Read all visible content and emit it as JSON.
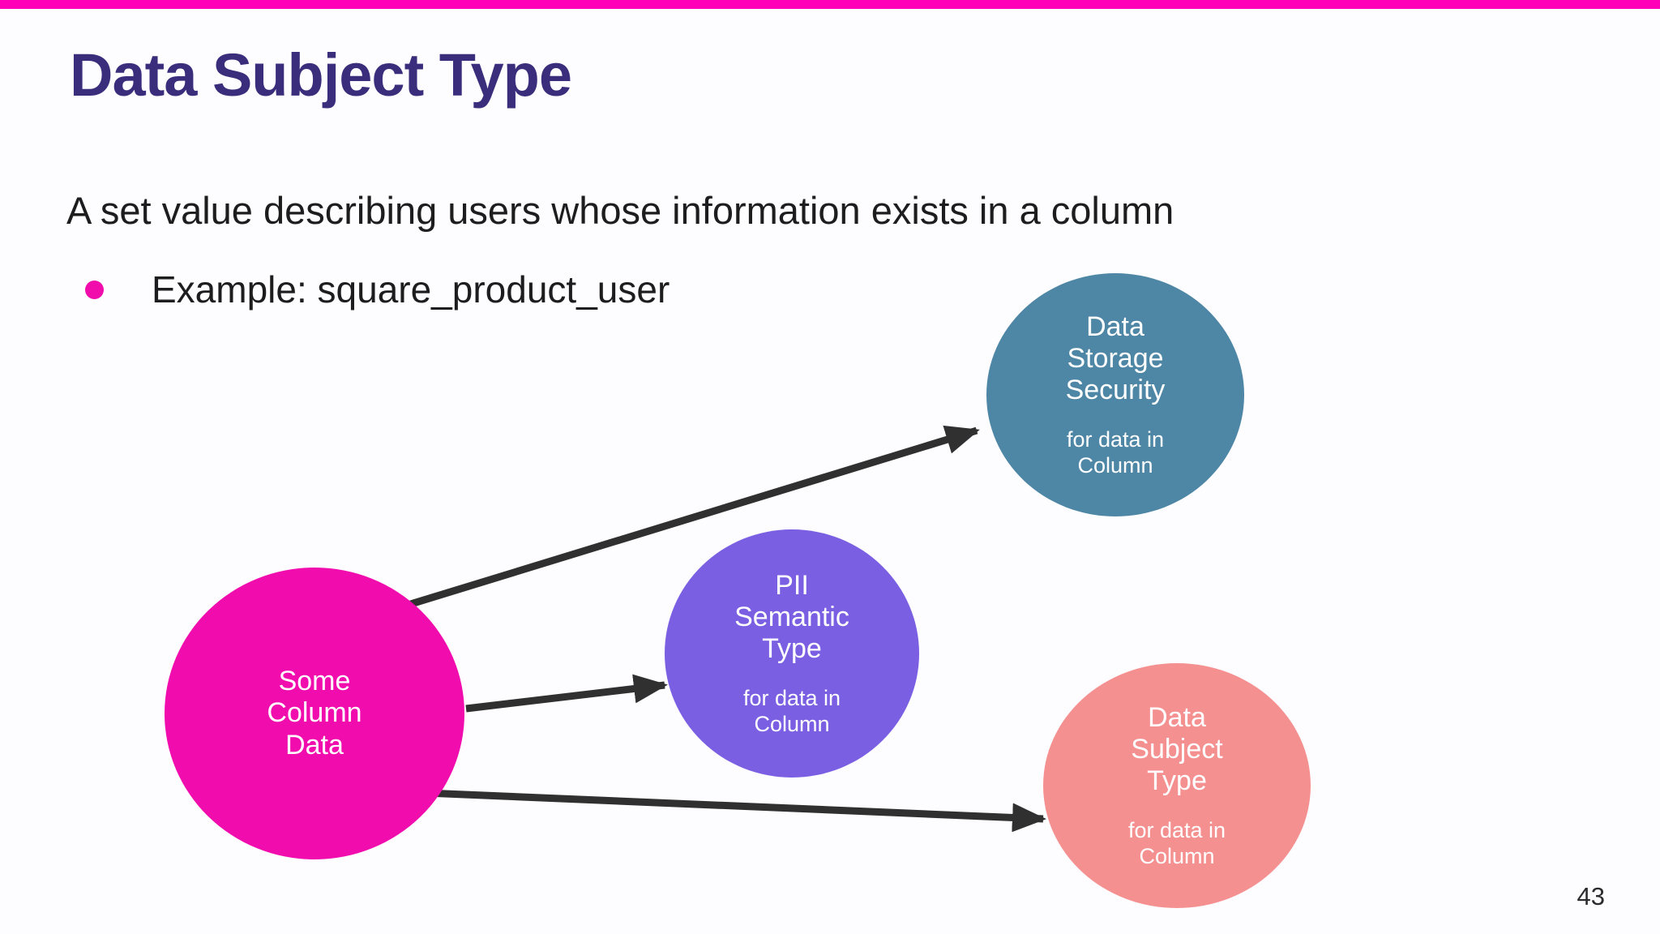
{
  "slide": {
    "title": "Data Subject Type",
    "description": "A set value describing users whose information exists in a column",
    "bullet": {
      "text": "Example: square_product_user"
    },
    "page_number": "43"
  },
  "diagram": {
    "source_node": {
      "id": "some-column-data",
      "label": "Some\nColumn\nData",
      "color": "#F10CAE"
    },
    "nodes": [
      {
        "id": "data-storage-security",
        "label": "Data\nStorage\nSecurity",
        "sublabel": "for data in\nColumn",
        "color": "#4E86A5"
      },
      {
        "id": "pii-semantic-type",
        "label": "PII\nSemantic\nType",
        "sublabel": "for data in\nColumn",
        "color": "#7B5FE3"
      },
      {
        "id": "data-subject-type",
        "label": "Data\nSubject\nType",
        "sublabel": "for data in\nColumn",
        "color": "#F59090"
      }
    ],
    "edges": [
      {
        "from": "some-column-data",
        "to": "data-storage-security"
      },
      {
        "from": "some-column-data",
        "to": "pii-semantic-type"
      },
      {
        "from": "some-column-data",
        "to": "data-subject-type"
      }
    ]
  },
  "colors": {
    "accent_bar": "#FF00B8",
    "title_text": "#392D7C",
    "body_text": "#1D1D1D",
    "bullet_dot": "#F10CAC",
    "arrow": "#303030",
    "background": "#FDFDFF"
  }
}
